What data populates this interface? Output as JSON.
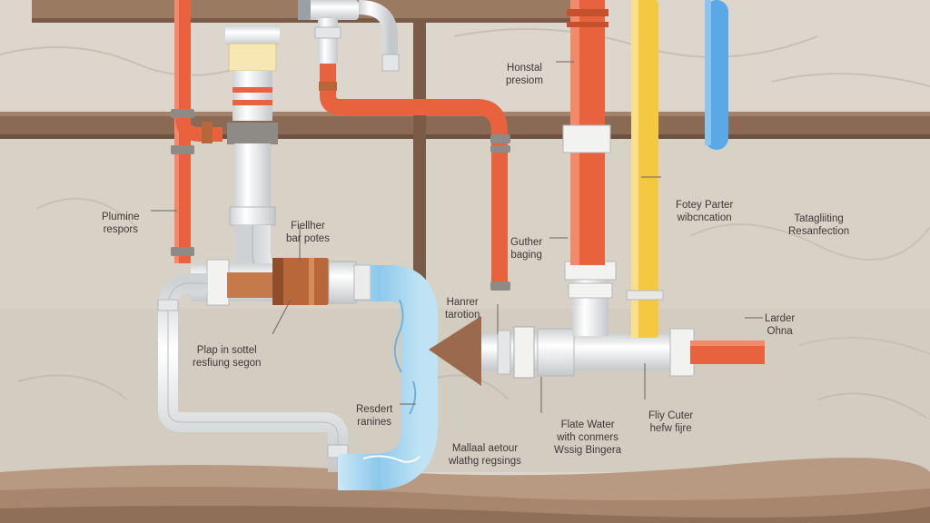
{
  "labels": {
    "horizontal_pressure": {
      "line1": "Honstal",
      "line2": "presiom"
    },
    "plumbing_repairs": {
      "line1": "Plumine",
      "line2": "respors"
    },
    "pipe_fittings": {
      "line1": "Fiellher",
      "line2": "bar potes"
    },
    "outlet_bearing": {
      "line1": "Guther",
      "line2": "baging"
    },
    "hammer_arrestor": {
      "line1": "Hanrer",
      "line2": "tarotion"
    },
    "flow_meter": {
      "line1": "Fotey Parter",
      "line2": "wibcncation"
    },
    "troubleshooting": {
      "line1": "Tatagliiting",
      "line2": "Resanfection"
    },
    "leader_ohms": {
      "line1": "Larder",
      "line2": "Ohna"
    },
    "control_region": {
      "line1": "Plap in sottel",
      "line2": "resfiung segon"
    },
    "residential_ranges": {
      "line1": "Resdert",
      "line2": "ranines"
    },
    "flat_water": {
      "line1": "Flate Water",
      "line2": "with conmers",
      "line3": "Wssig Bingera"
    },
    "manual_shutoff": {
      "line1": "Mallaal aetour",
      "line2": "wlathg regsings"
    },
    "fly_outer": {
      "line1": "Fliy Cuter",
      "line2": "hefw fijre"
    }
  },
  "colors": {
    "wall": "#dcd6cc",
    "beam": "#8a6a55",
    "red_pipe": "#e8623e",
    "yellow_pipe": "#f5c842",
    "blue_pipe": "#5aa9e6",
    "white_pipe": "#f2f2f0",
    "copper_fitting": "#b8673a",
    "water": "#a9d8f0",
    "soil": "#a8866e"
  }
}
